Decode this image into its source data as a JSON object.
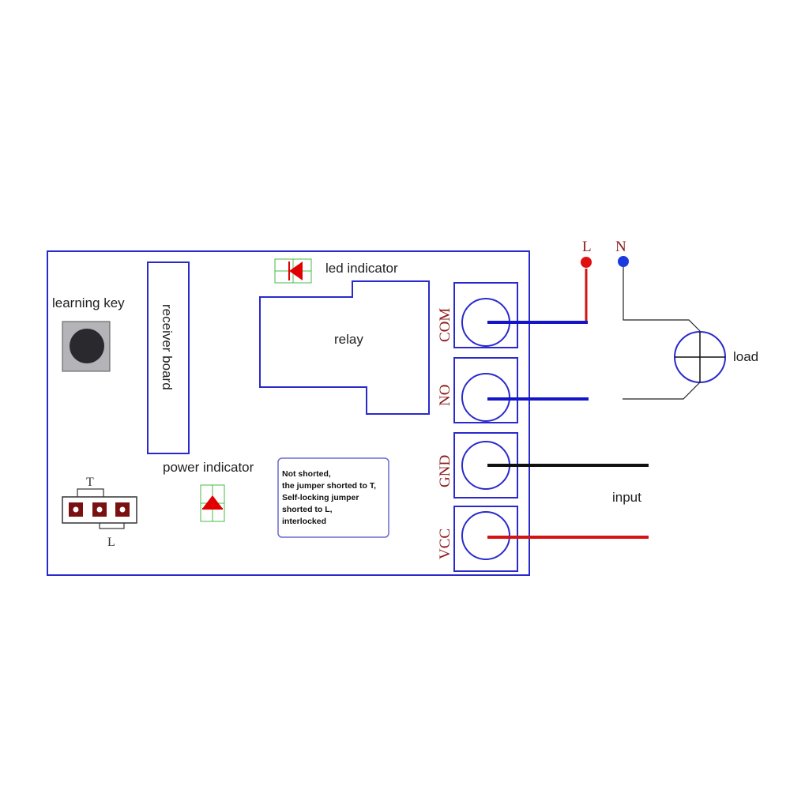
{
  "labels": {
    "learning_key": "learning key",
    "receiver_board": "receiver board",
    "led_indicator": "led indicator",
    "relay": "relay",
    "power_indicator": "power indicator",
    "jumper_t": "T",
    "jumper_l": "L",
    "load": "load",
    "input": "input",
    "line_l": "L",
    "line_n": "N"
  },
  "terminals": [
    "COM",
    "NO",
    "GND",
    "VCC"
  ],
  "note": {
    "line1": "Not shorted,",
    "line2": "the jumper shorted to T,",
    "line3": "Self-locking jumper",
    "line4": "shorted to L,",
    "line5": "interlocked"
  },
  "colors": {
    "board_outline": "#2a2acc",
    "wire_blue": "#1414c8",
    "wire_black": "#111111",
    "wire_red": "#d41414",
    "terminal_text": "#8b1a1a",
    "led_red": "#e00000",
    "led_grid": "#44bb44",
    "jumper_pad": "#7a1010"
  }
}
